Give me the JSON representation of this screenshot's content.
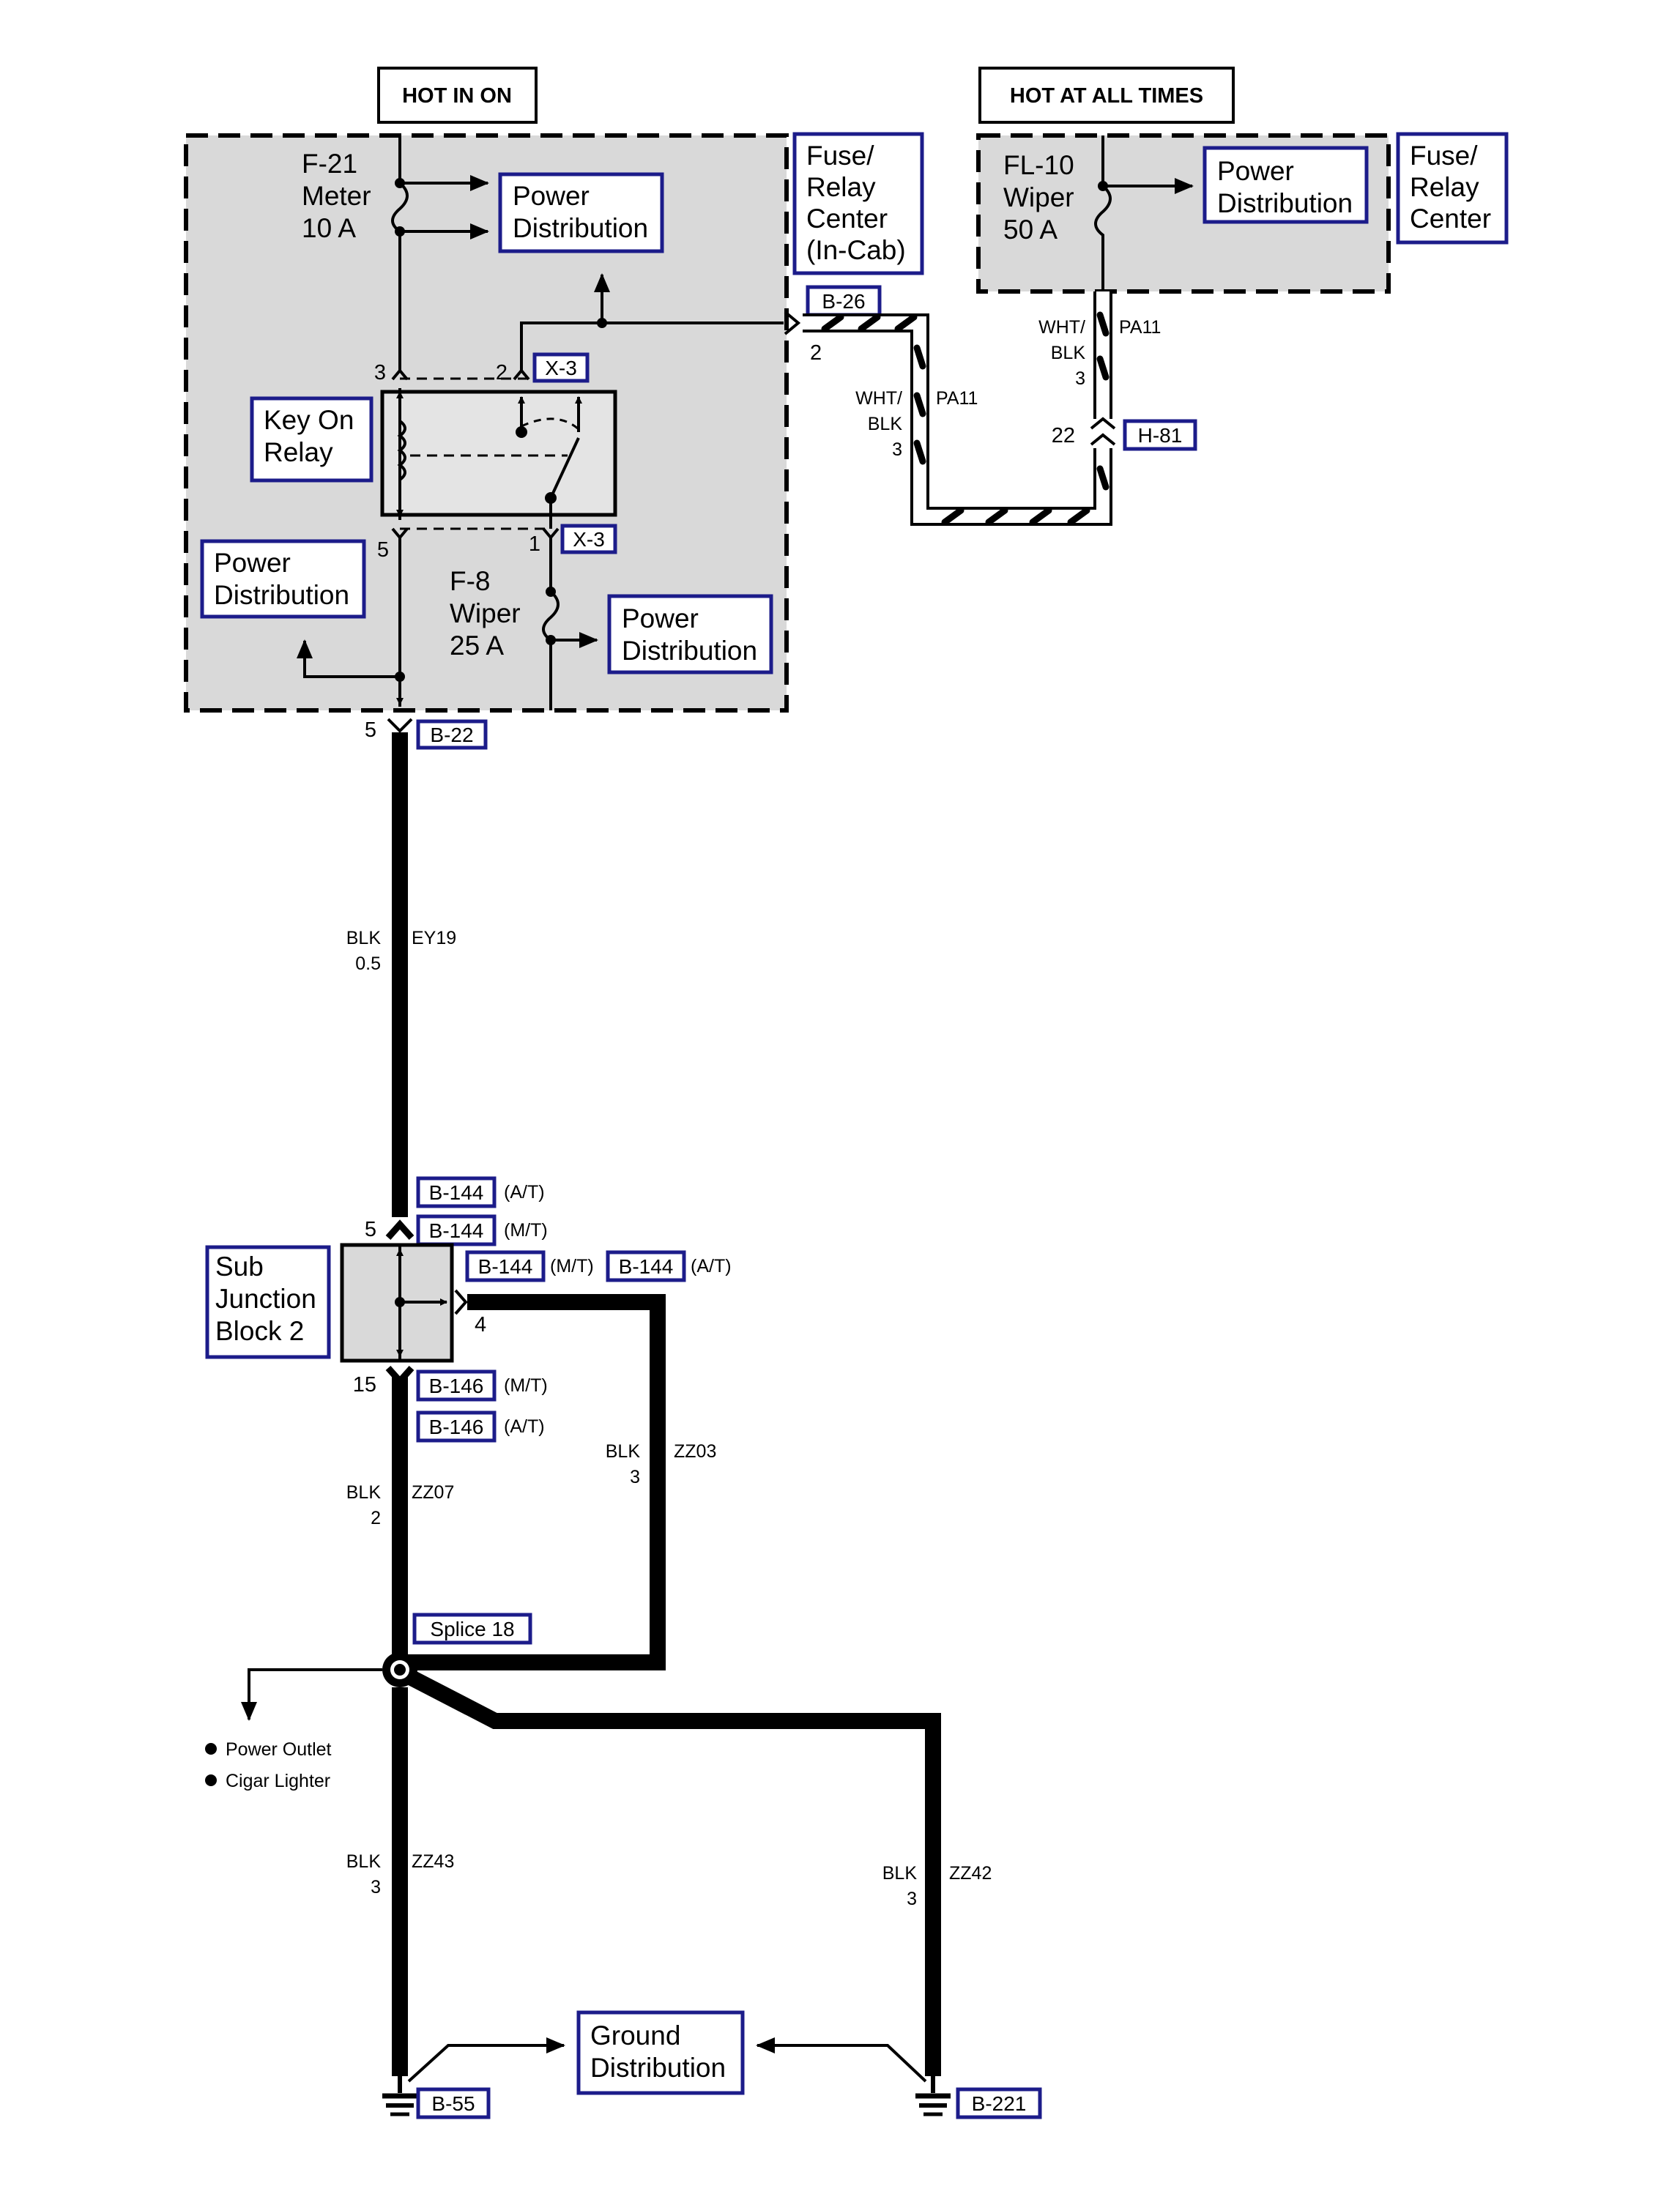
{
  "headers": {
    "hot_in_on": "HOT IN ON",
    "hot_at_all_times": "HOT AT ALL TIMES"
  },
  "fuse_relay_center_incab": [
    "Fuse/",
    "Relay",
    "Center",
    "(In-Cab)"
  ],
  "fuse_relay_center": [
    "Fuse/",
    "Relay",
    "Center"
  ],
  "fuses": {
    "f21": [
      "F-21",
      "Meter",
      "10 A"
    ],
    "fl10": [
      "FL-10",
      "Wiper",
      "50 A"
    ],
    "f8": [
      "F-8",
      "Wiper",
      "25 A"
    ]
  },
  "power_distribution": [
    "Power",
    "Distribution"
  ],
  "key_on_relay": [
    "Key On",
    "Relay"
  ],
  "sub_junction_block": [
    "Sub",
    "Junction",
    "Block 2"
  ],
  "ground_distribution": [
    "Ground",
    "Distribution"
  ],
  "connectors": {
    "b26": "B-26",
    "x3": "X-3",
    "h81": "H-81",
    "b22": "B-22",
    "b144": "B-144",
    "b146": "B-146",
    "splice18": "Splice 18",
    "b55": "B-55",
    "b221": "B-221"
  },
  "variants": {
    "at": "(A/T)",
    "mt": "(M/T)"
  },
  "pins": {
    "relay_3": "3",
    "relay_2": "2",
    "relay_5": "5",
    "relay_1": "1",
    "b26": "2",
    "h81": "22",
    "b22": "5",
    "b144": "5",
    "b144_side": "4",
    "b146": "15"
  },
  "wires": {
    "pa11_left": {
      "color": [
        "WHT/",
        "BLK"
      ],
      "size": "3",
      "circuit": "PA11"
    },
    "pa11_right": {
      "color": [
        "WHT/",
        "BLK"
      ],
      "size": "3",
      "circuit": "PA11"
    },
    "ey19": {
      "color": "BLK",
      "size": "0.5",
      "circuit": "EY19"
    },
    "zz03": {
      "color": "BLK",
      "size": "3",
      "circuit": "ZZ03"
    },
    "zz07": {
      "color": "BLK",
      "size": "2",
      "circuit": "ZZ07"
    },
    "zz43": {
      "color": "BLK",
      "size": "3",
      "circuit": "ZZ43"
    },
    "zz42": {
      "color": "BLK",
      "size": "3",
      "circuit": "ZZ42"
    }
  },
  "splice_outputs": [
    "Power Outlet",
    "Cigar Lighter"
  ],
  "colors": {
    "label_border": "#1c1c8a",
    "module_fill": "#d9d9d9",
    "wire": "#000000"
  }
}
